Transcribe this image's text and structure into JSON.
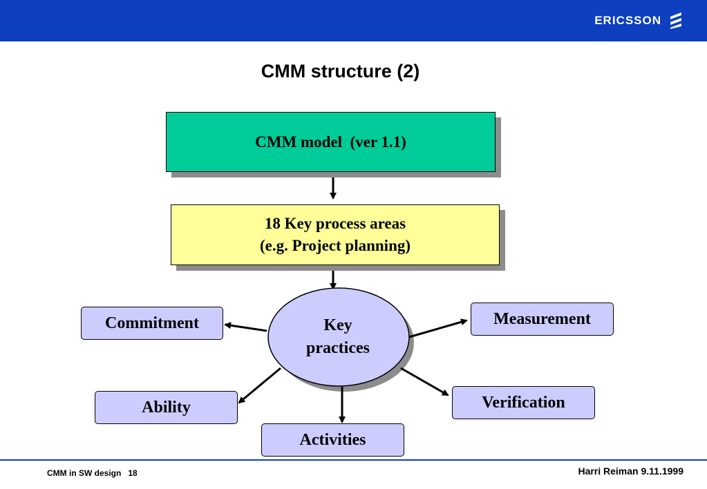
{
  "header": {
    "logo_text": "ERICSSON",
    "color": "#0d3fbf"
  },
  "title": "CMM structure (2)",
  "diagram": {
    "model_box": {
      "label": "CMM model  (ver 1.1)",
      "color": "#00cc99"
    },
    "kpa_box": {
      "line1": "18 Key process areas",
      "line2": "(e.g. Project planning)",
      "color": "#ffff99"
    },
    "center": {
      "line1": "Key",
      "line2": "practices",
      "color": "#ccccff"
    },
    "features": {
      "commitment": "Commitment",
      "ability": "Ability",
      "activities": "Activities",
      "verification": "Verification",
      "measurement": "Measurement"
    }
  },
  "footer": {
    "left_text": "CMM in SW design",
    "page_number": "18",
    "right_text": "Harri Reiman 9.11.1999"
  }
}
